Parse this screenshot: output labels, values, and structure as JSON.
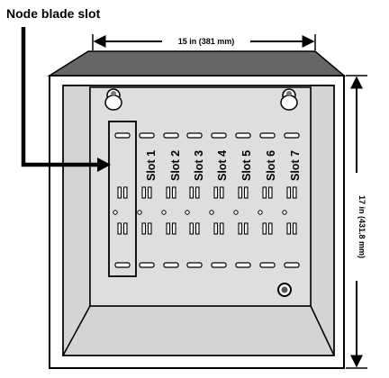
{
  "callout": {
    "label": "Node blade slot"
  },
  "dimensions": {
    "width_label": "15 in (381 mm)",
    "height_label": "17 in (431.8 mm)"
  },
  "slots": [
    {
      "label": "Slot 1"
    },
    {
      "label": "Slot 2"
    },
    {
      "label": "Slot 3"
    },
    {
      "label": "Slot 4"
    },
    {
      "label": "Slot 5"
    },
    {
      "label": "Slot 6"
    },
    {
      "label": "Slot 7"
    }
  ],
  "colors": {
    "top_panel": "#666666",
    "side_wall": "#d4d4d4",
    "back_panel": "#dedede",
    "outline": "#000000"
  }
}
